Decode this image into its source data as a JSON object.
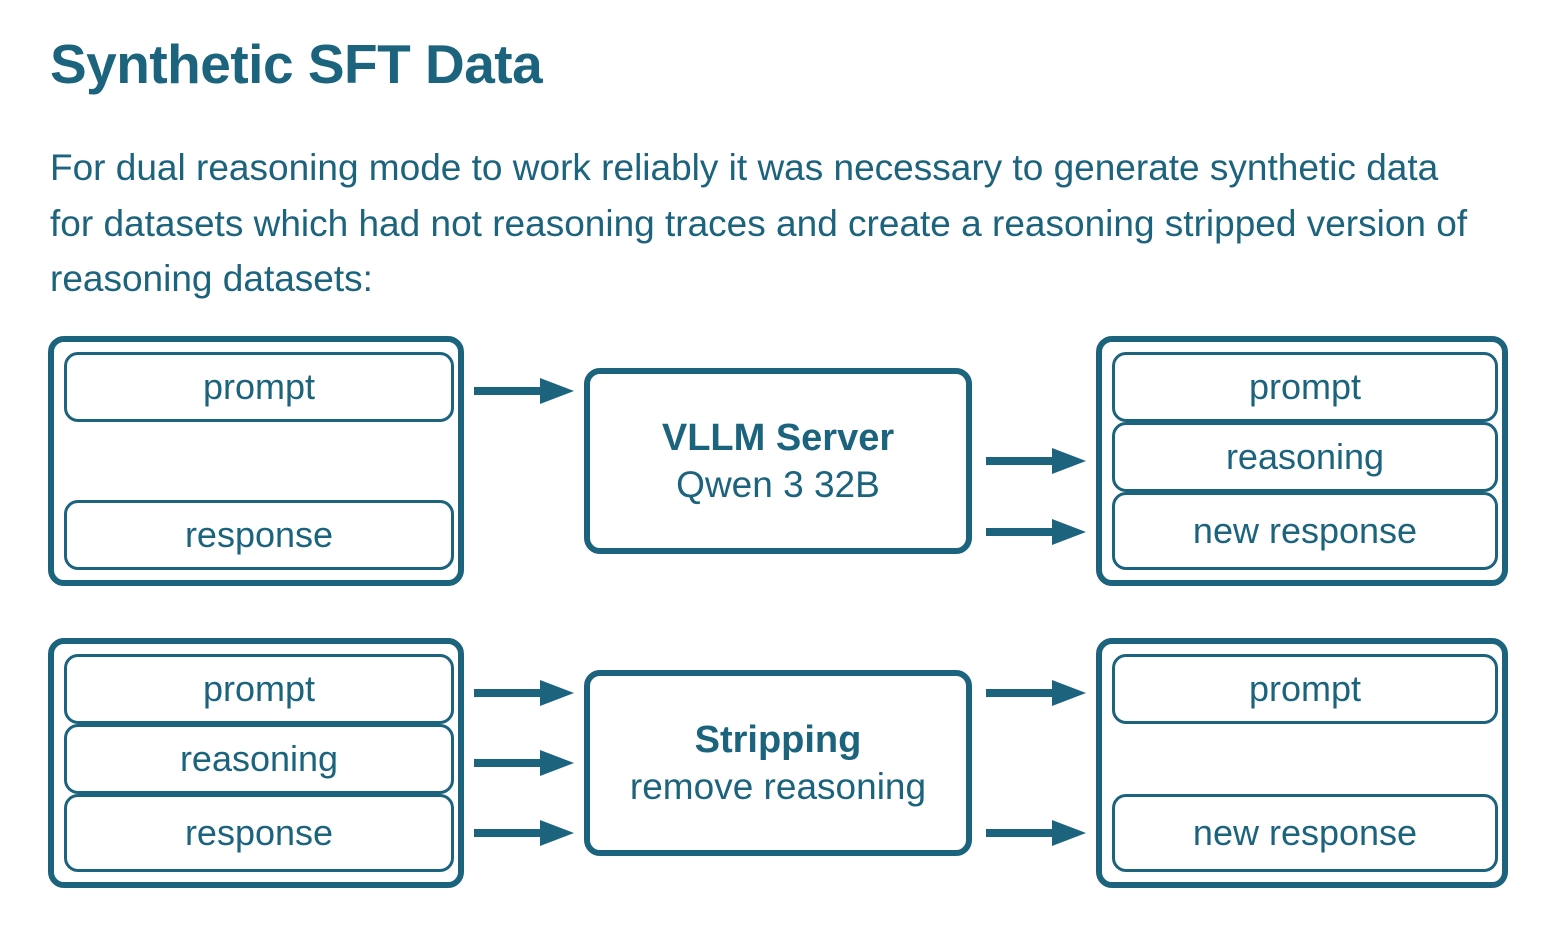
{
  "slide": {
    "title": "Synthetic SFT Data",
    "body": "For dual reasoning mode to work reliably it was necessary to generate synthetic data for datasets which had not reasoning traces and create a reasoning stripped version of reasoning datasets:",
    "accent_color": "#1c637d",
    "background_color": "#ffffff"
  },
  "diagram": {
    "rows": [
      {
        "id": "generate-reasoning-row",
        "input_group": {
          "items": [
            {
              "label": "prompt"
            },
            {
              "label": "response"
            }
          ]
        },
        "process": {
          "title": "VLLM Server",
          "subtitle": "Qwen 3 32B"
        },
        "output_group": {
          "items": [
            {
              "label": "prompt"
            },
            {
              "label": "reasoning"
            },
            {
              "label": "new response"
            }
          ]
        },
        "arrows_in": 1,
        "arrows_out": 2
      },
      {
        "id": "strip-reasoning-row",
        "input_group": {
          "items": [
            {
              "label": "prompt"
            },
            {
              "label": "reasoning"
            },
            {
              "label": "response"
            }
          ]
        },
        "process": {
          "title": "Stripping",
          "subtitle": "remove reasoning"
        },
        "output_group": {
          "items": [
            {
              "label": "prompt"
            },
            {
              "label": "new response"
            }
          ]
        },
        "arrows_in": 3,
        "arrows_out": 2
      }
    ]
  }
}
